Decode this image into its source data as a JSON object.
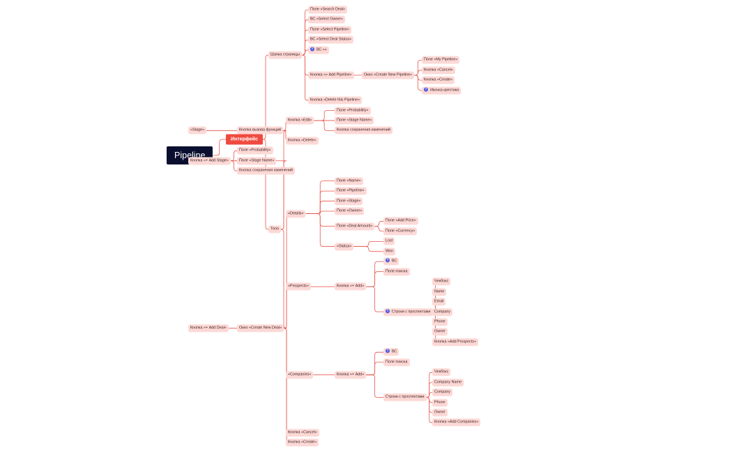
{
  "mindmap": {
    "root": {
      "label": "Pipeline",
      "children": [
        {
          "label": "Интерфейс",
          "children": [
            {
              "label": "Шапка страницы",
              "children": [
                {
                  "label": "Поле «Search Deal»"
                },
                {
                  "label": "ВС «Select Owner»"
                },
                {
                  "label": "Поле «Select Pipeline»"
                },
                {
                  "label": "ВС «Select Deal Status»"
                },
                {
                  "label": "ВС «»",
                  "icon": "question-icon"
                },
                {
                  "label": "Кнопка «» Add Pipeline»",
                  "children": [
                    {
                      "label": "Окно «Create New Pipeline»",
                      "children": [
                        {
                          "label": "Поле «My Pipeline»"
                        },
                        {
                          "label": "Кнопка «Cancel»"
                        },
                        {
                          "label": "Кнопка «Create»"
                        },
                        {
                          "label": "Иконка крестика",
                          "icon": "question-icon"
                        }
                      ]
                    }
                  ]
                },
                {
                  "label": "Кнопка «Delete this Pipeline»"
                }
              ]
            },
            {
              "label": "Тело",
              "children": [
                {
                  "label": "«Stage»",
                  "children": [
                    {
                      "label": "Кнопка вызова функций",
                      "children": [
                        {
                          "label": "Кнопка «Edit»",
                          "children": [
                            {
                              "label": "Поле «Probability»"
                            },
                            {
                              "label": "Поле «Stage Name»"
                            },
                            {
                              "label": "Кнопка сохранения изменений"
                            }
                          ]
                        },
                        {
                          "label": "Кнопка «Delete»"
                        }
                      ]
                    }
                  ]
                },
                {
                  "label": "Кнопка «+ Add Stage»",
                  "children": [
                    {
                      "label": "Поле «Probability»"
                    },
                    {
                      "label": "Поле «Stage Name»"
                    },
                    {
                      "label": "Кнопка сохранения изменений"
                    }
                  ]
                },
                {
                  "label": "Кнопка «+ Add Deal»",
                  "children": [
                    {
                      "label": "Окно «Create New Deal»",
                      "children": [
                        {
                          "label": "«Details»",
                          "children": [
                            {
                              "label": "Поле «Name»"
                            },
                            {
                              "label": "Поле «Pipeline»"
                            },
                            {
                              "label": "Поле «Stage»"
                            },
                            {
                              "label": "Поле «Owner»"
                            },
                            {
                              "label": "Поле «Deal Amount»",
                              "children": [
                                {
                                  "label": "Поле «Add Price»"
                                },
                                {
                                  "label": "Поле «Currency»"
                                }
                              ]
                            },
                            {
                              "label": "«Status»",
                              "children": [
                                {
                                  "label": "Lost"
                                },
                                {
                                  "label": "Won"
                                }
                              ]
                            }
                          ]
                        },
                        {
                          "label": "«Prospects»",
                          "children": [
                            {
                              "label": "Кнопка «+ Add»",
                              "children": [
                                {
                                  "label": "ВС",
                                  "icon": "question-icon"
                                },
                                {
                                  "label": "Поле поиска"
                                },
                                {
                                  "label": "Строки с проспектами",
                                  "icon": "question-icon",
                                  "children": [
                                    {
                                      "label": "Чекбокс"
                                    },
                                    {
                                      "label": "Name"
                                    },
                                    {
                                      "label": "Email"
                                    },
                                    {
                                      "label": "Company"
                                    },
                                    {
                                      "label": "Phone"
                                    },
                                    {
                                      "label": "Owner"
                                    },
                                    {
                                      "label": "Кнопка «Add Prospects»"
                                    }
                                  ]
                                }
                              ]
                            }
                          ]
                        },
                        {
                          "label": "«Companies»",
                          "children": [
                            {
                              "label": "Кнопка «+ Add»",
                              "children": [
                                {
                                  "label": "ВС",
                                  "icon": "question-icon"
                                },
                                {
                                  "label": "Поле поиска"
                                },
                                {
                                  "label": "Строки с проспектами",
                                  "children": [
                                    {
                                      "label": "Чекбокс"
                                    },
                                    {
                                      "label": "Company Name"
                                    },
                                    {
                                      "label": "Company"
                                    },
                                    {
                                      "label": "Phone"
                                    },
                                    {
                                      "label": "Owner"
                                    },
                                    {
                                      "label": "Кнопка «Add Companies»"
                                    }
                                  ]
                                }
                              ]
                            }
                          ]
                        },
                        {
                          "label": "Кнопка «Cancel»"
                        },
                        {
                          "label": "Кнопка «Create»"
                        }
                      ]
                    }
                  ]
                }
              ]
            }
          ]
        }
      ]
    }
  },
  "colors": {
    "connector": "#e8554a",
    "node_fill": "#fcd9d6",
    "accent_node": "#f04a3f",
    "root_node": "#0b0f2f",
    "icon": "#4b59e0"
  }
}
